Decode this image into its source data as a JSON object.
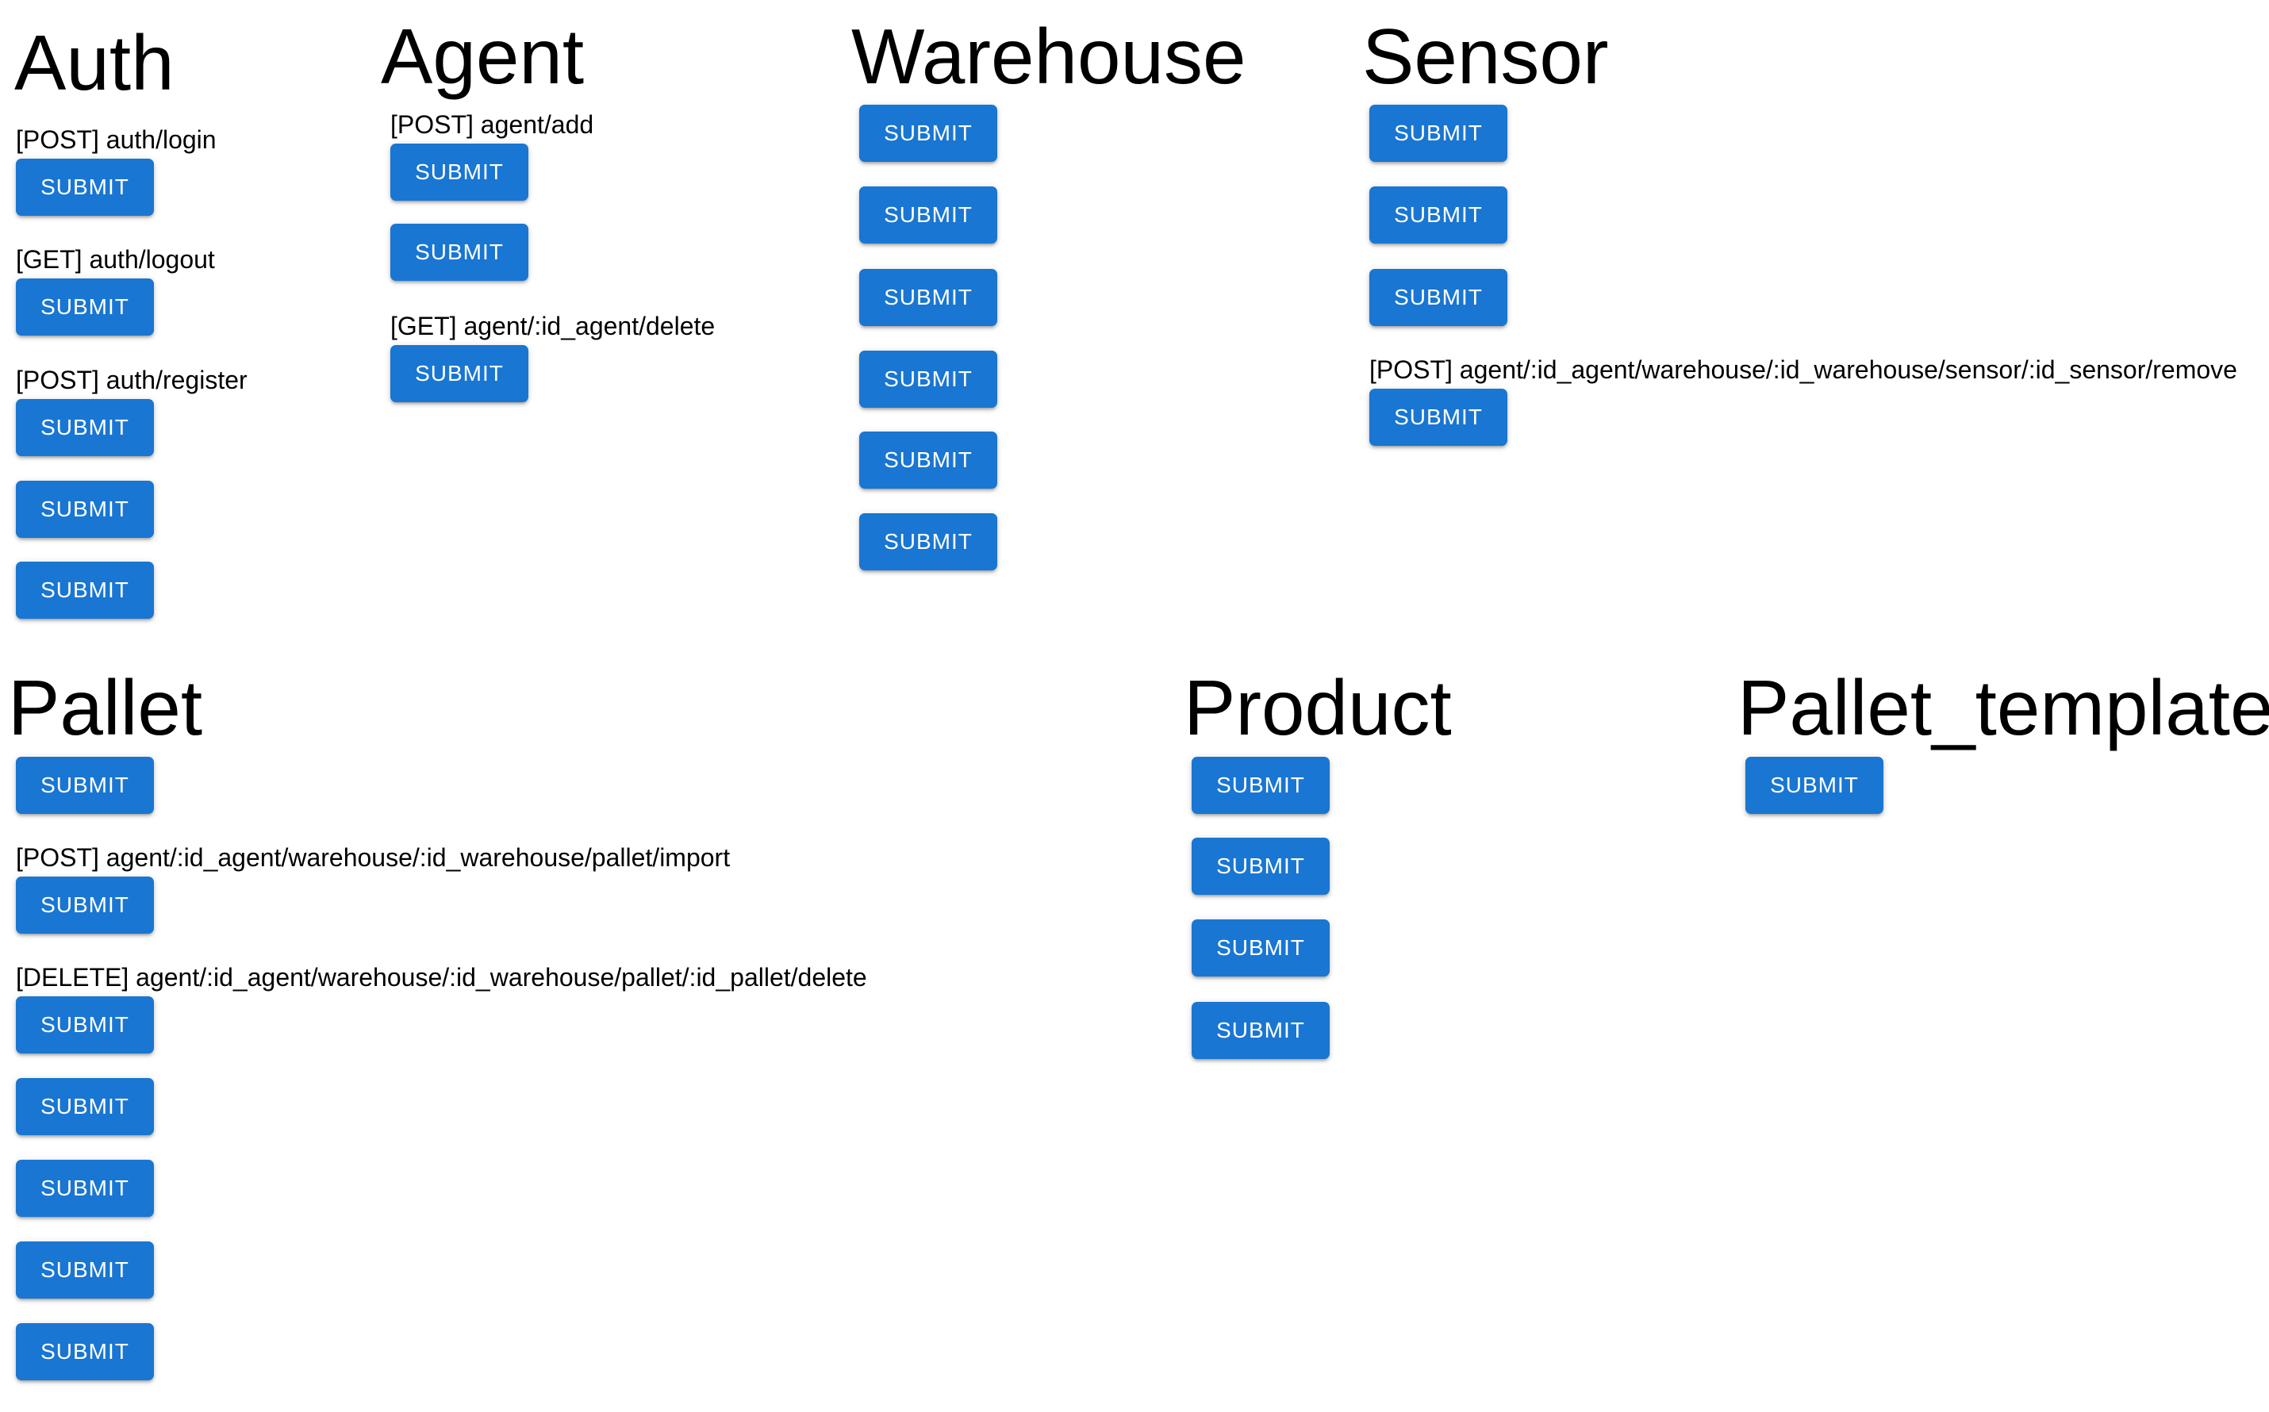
{
  "button_label": "SUBMIT",
  "accent_color": "#1976d2",
  "sections": {
    "auth": {
      "title": "Auth",
      "labels": [
        "[POST] auth/login",
        "[GET] auth/logout",
        "[POST] auth/register"
      ]
    },
    "agent": {
      "title": "Agent",
      "labels": [
        "[POST] agent/add",
        "[GET] agent/:id_agent/delete"
      ]
    },
    "warehouse": {
      "title": "Warehouse",
      "labels": []
    },
    "sensor": {
      "title": "Sensor",
      "labels": [
        "[POST] agent/:id_agent/warehouse/:id_warehouse/sensor/:id_sensor/remove"
      ]
    },
    "pallet": {
      "title": "Pallet",
      "labels": [
        "[POST] agent/:id_agent/warehouse/:id_warehouse/pallet/import",
        "[DELETE] agent/:id_agent/warehouse/:id_warehouse/pallet/:id_pallet/delete"
      ]
    },
    "product": {
      "title": "Product",
      "labels": []
    },
    "pallet_template": {
      "title": "Pallet_template",
      "labels": []
    }
  }
}
